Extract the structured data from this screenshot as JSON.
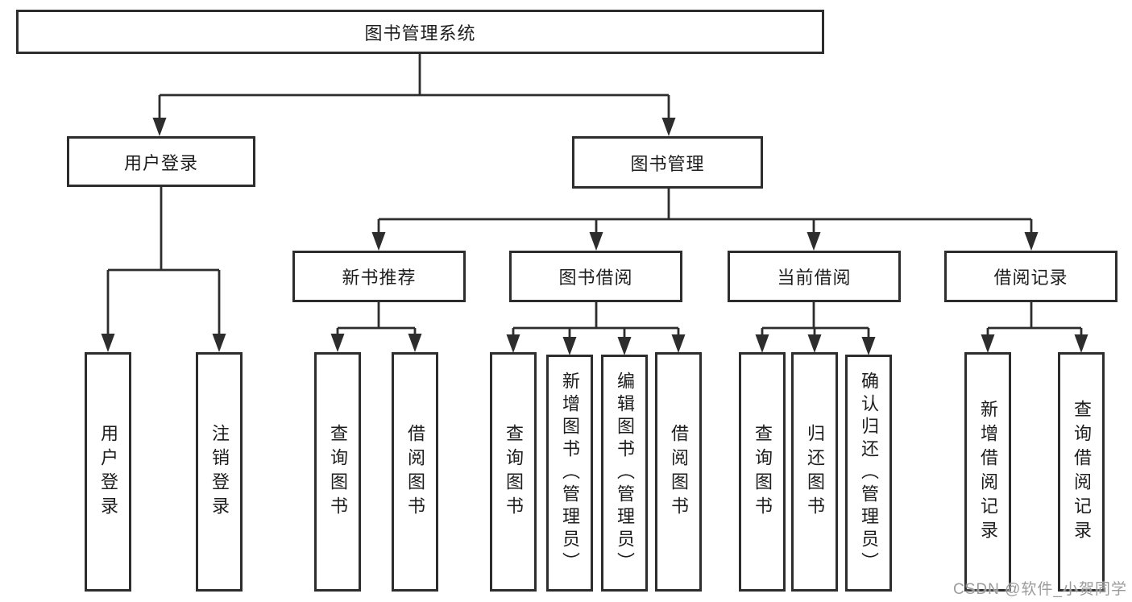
{
  "tree": {
    "root": {
      "label": "图书管理系统"
    },
    "level2": [
      {
        "label": "用户登录",
        "children": [
          {
            "label": "用户登录"
          },
          {
            "label": "注销登录"
          }
        ]
      },
      {
        "label": "图书管理",
        "children": [
          {
            "label": "新书推荐",
            "children": [
              {
                "label": "查询图书"
              },
              {
                "label": "借阅图书"
              }
            ]
          },
          {
            "label": "图书借阅",
            "children": [
              {
                "label": "查询图书"
              },
              {
                "label": "新增图书（管理员）"
              },
              {
                "label": "编辑图书（管理员）"
              },
              {
                "label": "借阅图书"
              }
            ]
          },
          {
            "label": "当前借阅",
            "children": [
              {
                "label": "查询图书"
              },
              {
                "label": "归还图书"
              },
              {
                "label": "确认归还（管理员）"
              }
            ]
          },
          {
            "label": "借阅记录",
            "children": [
              {
                "label": "新增借阅记录"
              },
              {
                "label": "查询借阅记录"
              }
            ]
          }
        ]
      }
    ]
  },
  "watermark": {
    "text": "CSDN @软件_小贺同学"
  },
  "colors": {
    "line": "#2d2d2d",
    "text": "#1d1d1d",
    "background": "#ffffff",
    "watermark": "#9b9b9b"
  }
}
